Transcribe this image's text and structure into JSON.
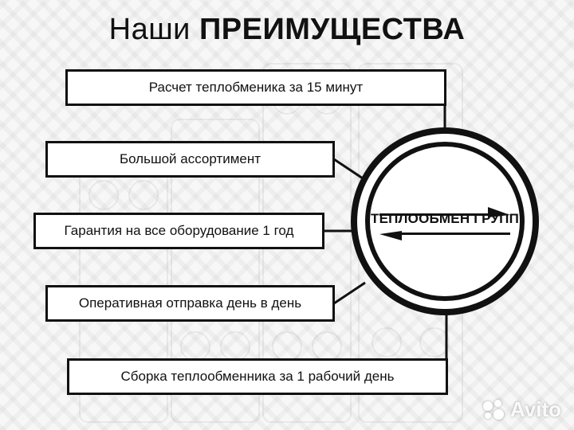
{
  "title": {
    "normal": "Наши",
    "bold": "ПРЕИМУЩЕСТВА"
  },
  "benefits": [
    "Расчет теплобменика за 15 минут",
    "Большой ассортимент",
    "Гарантия на все оборудование 1 год",
    "Оперативная отправка день в день",
    "Сборка теплообменника за 1 рабочий день"
  ],
  "logo": {
    "text": "ТЕПЛООБМЕН ГРУПП",
    "color": "#111111"
  },
  "watermark": {
    "text": "Avito"
  },
  "colors": {
    "ink": "#111111",
    "background": "#f7f7f7"
  }
}
